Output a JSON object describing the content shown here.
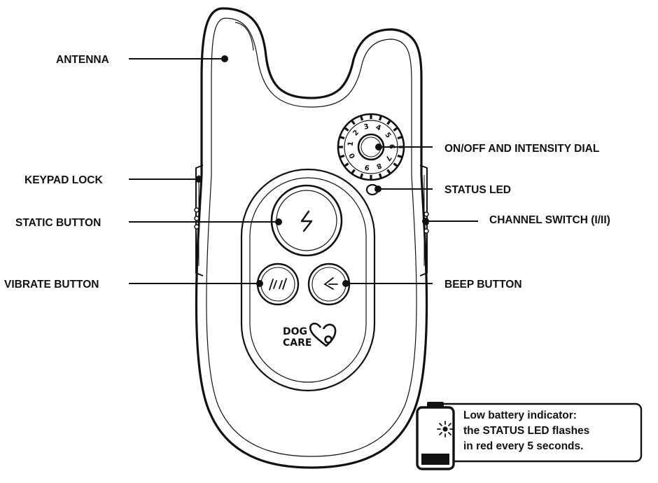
{
  "labels": {
    "antenna": "ANTENNA",
    "keypad_lock": "KEYPAD LOCK",
    "static_button": "STATIC BUTTON",
    "vibrate_button": "VIBRATE BUTTON",
    "dial": "ON/OFF AND INTENSITY DIAL",
    "status_led": "STATUS LED",
    "channel_switch": "CHANNEL SWITCH (I/II)",
    "beep_button": "BEEP BUTTON"
  },
  "logo": {
    "line1": "DOG",
    "line2": "CARE"
  },
  "dial_numbers": [
    "0",
    "1",
    "2",
    "3",
    "4",
    "5",
    "6",
    "7",
    "8",
    "9"
  ],
  "battery_note": {
    "title": "Low battery indicator:",
    "line1": "the STATUS LED  flashes",
    "line2": "in red every 5 seconds."
  },
  "colors": {
    "ink": "#111111",
    "background": "#ffffff",
    "body_fill": "#ffffff"
  },
  "icons": [
    "static-bolt-icon",
    "vibrate-icon",
    "beep-icon",
    "paw-heart-icon",
    "battery-icon",
    "led-flash-icon"
  ]
}
